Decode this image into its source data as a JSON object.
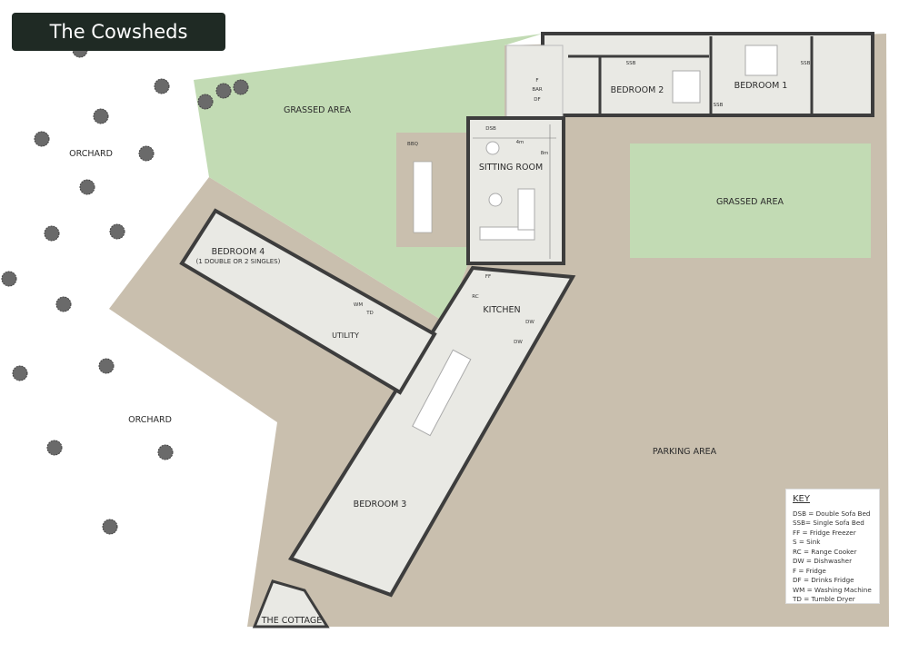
{
  "title": "The Cowsheds",
  "colors": {
    "grass": "#c2dbb4",
    "ground": "#c9bfae",
    "floor": "#e9e9e4",
    "wall": "#3d3d3d",
    "tree": "#6a6a6a",
    "title_bg": "#1f2a24"
  },
  "areas": {
    "grassed_area_1": "GRASSED AREA",
    "grassed_area_2": "GRASSED AREA",
    "orchard_1": "ORCHARD",
    "orchard_2": "ORCHARD",
    "parking": "PARKING AREA",
    "cottage": "THE COTTAGE"
  },
  "rooms": {
    "bedroom1": "BEDROOM 1",
    "bedroom2": "BEDROOM 2",
    "bedroom3": "BEDROOM 3",
    "bedroom4": "BEDROOM 4",
    "bedroom4_note": "(1 DOUBLE OR 2 SINGLES)",
    "sitting": "SITTING ROOM",
    "kitchen": "KITCHEN",
    "utility": "UTILITY"
  },
  "fixtures": {
    "bbq": "BBQ",
    "dsb": "DSB",
    "ssb1": "SSB",
    "ssb2": "SSB",
    "ssb3": "SSB",
    "f": "F",
    "bar": "BAR",
    "df": "DF",
    "ff": "FF",
    "rc": "RC",
    "dw1": "DW",
    "dw2": "DW",
    "wm": "WM",
    "td": "TD"
  },
  "dimensions": {
    "width": "4m",
    "length": "8m"
  },
  "key": {
    "heading": "KEY",
    "items": [
      "DSB = Double Sofa Bed",
      "SSB= Single Sofa Bed",
      "FF = Fridge Freezer",
      "S = Sink",
      "RC = Range Cooker",
      "DW = Dishwasher",
      "F = Fridge",
      "DF = Drinks Fridge",
      "WM = Washing Machine",
      "TD = Tumble Dryer"
    ]
  }
}
